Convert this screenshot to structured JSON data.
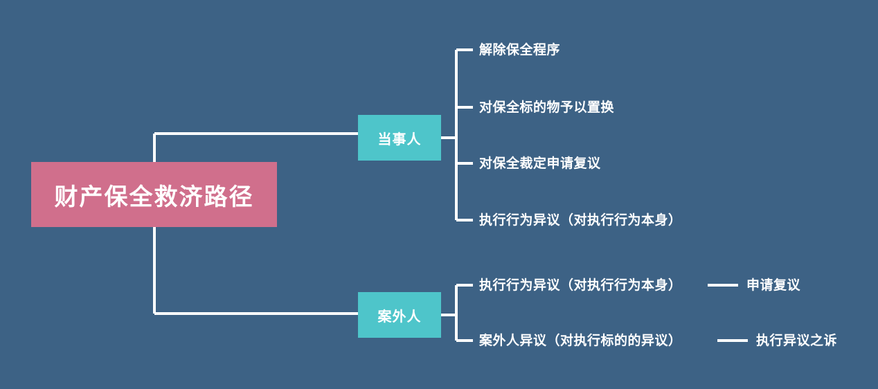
{
  "diagram": {
    "type": "mindmap",
    "background_color": "#3d6285",
    "connector_color": "#ffffff",
    "root": {
      "label": "财产保全救济路径",
      "color": "#d06f8c",
      "text_color": "#ffffff"
    },
    "branches": [
      {
        "label": "当事人",
        "color": "#4ec5ca",
        "text_color": "#ffffff",
        "children": [
          {
            "label": "解除保全程序",
            "children": []
          },
          {
            "label": "对保全标的物予以置换",
            "children": []
          },
          {
            "label": "对保全裁定申请复议",
            "children": []
          },
          {
            "label": "执行行为异议（对执行行为本身）",
            "children": []
          }
        ]
      },
      {
        "label": "案外人",
        "color": "#4ec5ca",
        "text_color": "#ffffff",
        "children": [
          {
            "label": "执行行为异议（对执行行为本身）",
            "children": [
              {
                "label": "申请复议"
              }
            ]
          },
          {
            "label": "案外人异议（对执行标的的异议）",
            "children": [
              {
                "label": "执行异议之诉"
              }
            ]
          }
        ]
      }
    ]
  }
}
